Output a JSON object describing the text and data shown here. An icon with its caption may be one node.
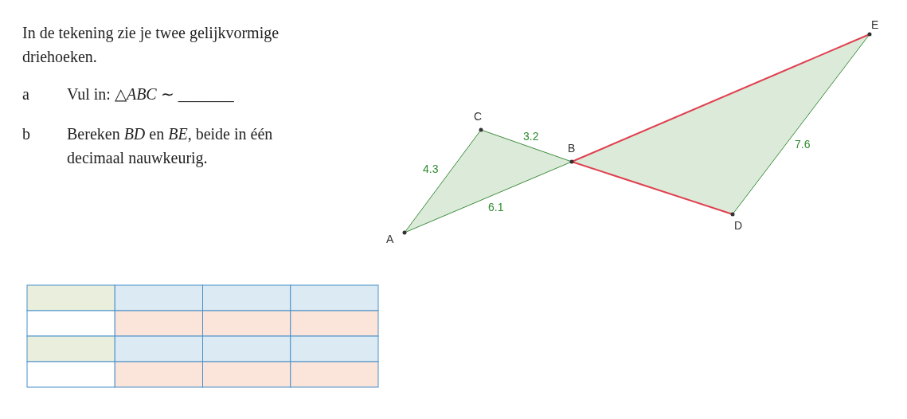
{
  "diagram": {
    "labels": [
      "In de tekening zie je twee gelijkvormige driehoeken.",
      "a",
      "Vul in: △*ABC* ∼ _______",
      "b",
      "Bereken *BD* en *BE*, beide in één decimaal nauwkeurig.",
      "E",
      "C",
      "3.2",
      "7.6",
      "B",
      "4.3",
      "6.1",
      "D",
      "A"
    ]
  }
}
